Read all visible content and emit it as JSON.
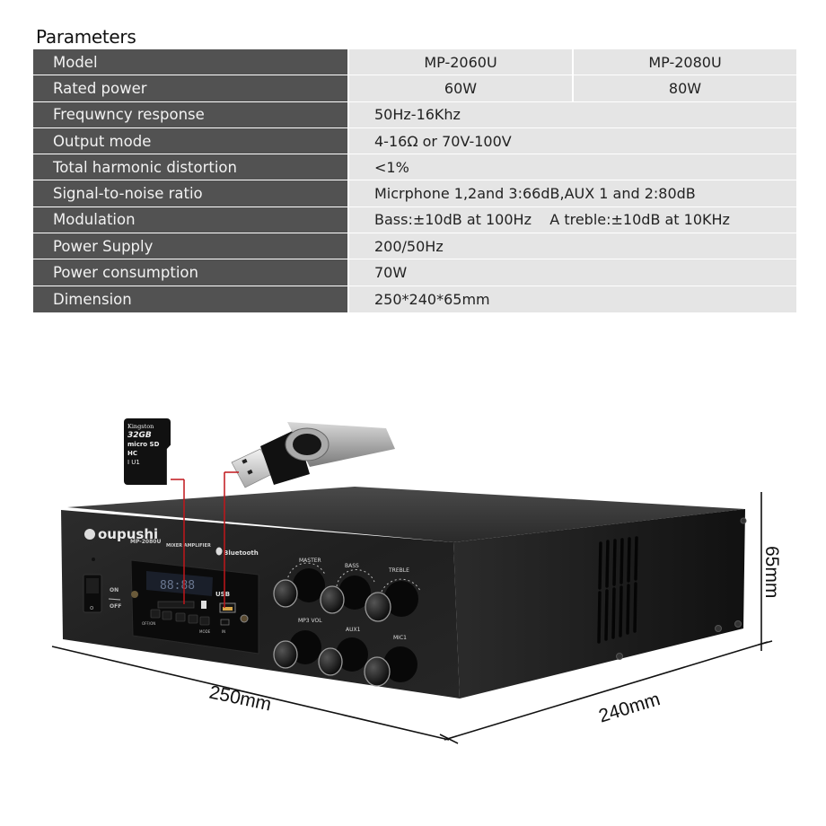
{
  "title": "Parameters",
  "table": {
    "rows": [
      {
        "label": "Model",
        "values": [
          "MP-2060U",
          "MP-2080U"
        ]
      },
      {
        "label": "Rated power",
        "values": [
          "60W",
          "80W"
        ]
      },
      {
        "label": "Frequwncy response",
        "value": "50Hz-16Khz"
      },
      {
        "label": "Output mode",
        "value": "4-16Ω or 70V-100V"
      },
      {
        "label": "Total harmonic distortion",
        "value": "<1%"
      },
      {
        "label": "Signal-to-noise ratio",
        "value": "Micrphone 1,2and 3:66dB,AUX 1 and 2:80dB"
      },
      {
        "label": "Modulation",
        "value": "Bass:±10dB at 100Hz    A treble:±10dB at 10KHz"
      },
      {
        "label": "Power Supply",
        "value": "200/50Hz"
      },
      {
        "label": "Power consumption",
        "value": "70W"
      },
      {
        "label": "Dimension",
        "value": "250*240*65mm"
      }
    ]
  },
  "product": {
    "brand": "oupushi",
    "model": "MP-2080U",
    "subtitle": "MIXER AMPLIFIER",
    "bluetooth": "Bluetooth",
    "switch": {
      "on": "ON",
      "off": "OFF"
    },
    "display": "88:88",
    "usb_label": "USB",
    "player_buttons": [
      "OFF/ON",
      "◄◄/V-",
      "►II",
      "►►/V+",
      "MODE"
    ],
    "in_label": "IN",
    "knobs_top": [
      "MASTER",
      "BASS",
      "TREBLE"
    ],
    "knobs_bottom": [
      "MP3 VOL",
      "AUX1",
      "MIC1"
    ],
    "sdcard": {
      "brand": "Kingston",
      "capacity": "32GB",
      "type": "micro SD HC",
      "class": "I U1"
    },
    "dimensions": {
      "width": "250mm",
      "depth": "240mm",
      "height": "65mm"
    }
  },
  "colors": {
    "label_bg": "#525252",
    "value_bg": "#e5e5e5",
    "leader_line": "#c0161b"
  }
}
